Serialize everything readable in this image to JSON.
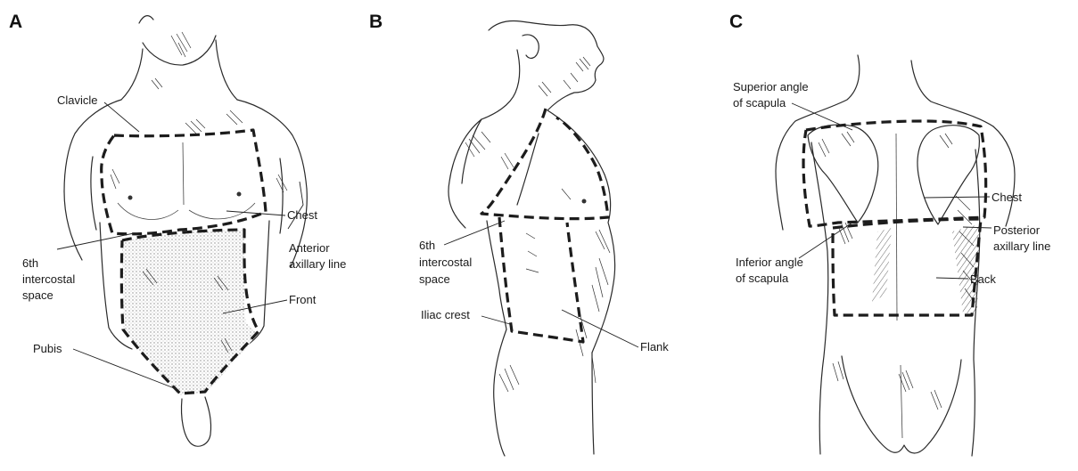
{
  "panels": {
    "a": {
      "letter": "A",
      "labels": {
        "clavicle": "Clavicle",
        "chest": "Chest",
        "anterior_axillary_1": "Anterior",
        "anterior_axillary_2": "axillary line",
        "sixth_1": "6th",
        "sixth_2": "intercostal",
        "sixth_3": "space",
        "front": "Front",
        "pubis": "Pubis"
      }
    },
    "b": {
      "letter": "B",
      "labels": {
        "sixth_1": "6th",
        "sixth_2": "intercostal",
        "sixth_3": "space",
        "iliac_crest": "Iliac crest",
        "flank": "Flank"
      }
    },
    "c": {
      "letter": "C",
      "labels": {
        "superior_1": "Superior angle",
        "superior_2": "of scapula",
        "chest": "Chest",
        "posterior_1": "Posterior",
        "posterior_2": "axillary line",
        "inferior_1": "Inferior angle",
        "inferior_2": "of scapula",
        "back": "Back"
      }
    }
  },
  "colors": {
    "ink": "#1c1c1c",
    "stipple": "#d9d9d9",
    "background": "#ffffff"
  }
}
